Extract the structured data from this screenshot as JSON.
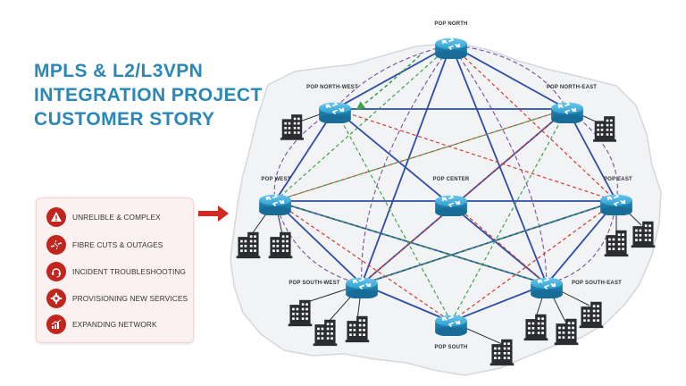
{
  "title": {
    "line1": "MPLS & L2/L3VPN",
    "line2": "INTEGRATION PROJECT",
    "line3": "CUSTOMER STORY"
  },
  "problems": [
    {
      "label": "UNRELIBLE & COMPLEX",
      "icon": "warning-icon"
    },
    {
      "label": "FIBRE CUTS & OUTAGES",
      "icon": "cable-cut-icon"
    },
    {
      "label": "INCIDENT TROUBLESHOOTING",
      "icon": "headset-icon"
    },
    {
      "label": "PROVISIONING NEW SERVICES",
      "icon": "gear-icon"
    },
    {
      "label": "EXPANDING NETWORK",
      "icon": "growth-chart-icon"
    }
  ],
  "pops": {
    "north": "POP NORTH",
    "north_west": "POP NORTH-WEST",
    "north_east": "POP NORTH-EAST",
    "west": "POP WEST",
    "center": "POP CENTER",
    "east": "POP EAST",
    "south_west": "POP SOUTH-WEST",
    "south_east": "POP SOUTH-EAST",
    "south": "POP SOUTH"
  },
  "colors": {
    "title": "#2a87b6",
    "accent_red": "#c0251e",
    "link_primary": "#2e4da8",
    "link_red_dashed": "#d43a2f",
    "link_green_dashed": "#3ea34a",
    "link_purple_dashed": "#7a4fa0",
    "router": "#2f9fd0",
    "building": "#2b2d33"
  }
}
